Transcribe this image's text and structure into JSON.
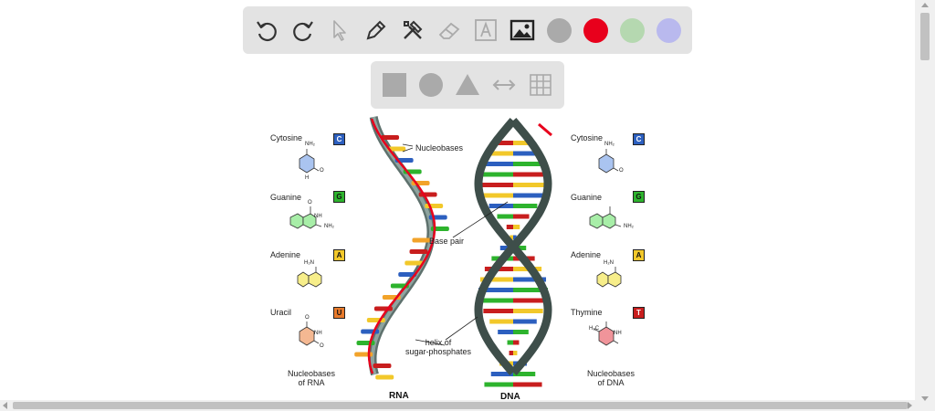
{
  "toolbar": {
    "tools": [
      "undo-icon",
      "redo-icon",
      "pointer-icon",
      "pen-icon",
      "tools-icon",
      "eraser-icon",
      "text-icon",
      "image-icon"
    ],
    "colors": [
      "#aaaaaa",
      "#e8001c",
      "#b5d8b0",
      "#b9b9ee"
    ]
  },
  "shapes": {
    "tools": [
      "square-icon",
      "circle-icon",
      "triangle-icon",
      "arrow-both-icon",
      "grid-icon"
    ]
  },
  "figure": {
    "rna": {
      "bases": [
        {
          "name": "Cytosine",
          "letter": "C",
          "color": "#2c5fbf"
        },
        {
          "name": "Guanine",
          "letter": "G",
          "color": "#2db32d"
        },
        {
          "name": "Adenine",
          "letter": "A",
          "color": "#f2c82a"
        },
        {
          "name": "Uracil",
          "letter": "U",
          "color": "#e87a2b"
        }
      ],
      "caption_line1": "Nucleobases",
      "caption_line2": "of RNA",
      "title": "RNA"
    },
    "dna": {
      "bases": [
        {
          "name": "Cytosine",
          "letter": "C",
          "color": "#2c5fbf"
        },
        {
          "name": "Guanine",
          "letter": "G",
          "color": "#2db32d"
        },
        {
          "name": "Adenine",
          "letter": "A",
          "color": "#f2c82a"
        },
        {
          "name": "Thymine",
          "letter": "T",
          "color": "#c81e1e"
        }
      ],
      "caption_line1": "Nucleobases",
      "caption_line2": "of DNA",
      "title": "DNA"
    },
    "annotations": {
      "nucleobases": "Nucleobases",
      "base_pair": "Base pair",
      "helix_line1": "helix of",
      "helix_line2": "sugar-phosphates"
    },
    "atoms": {
      "nh2": "NH₂",
      "n": "N",
      "h": "H",
      "o": "O",
      "nh": "NH",
      "h2n": "H₂N",
      "h3c": "H₃C"
    }
  }
}
